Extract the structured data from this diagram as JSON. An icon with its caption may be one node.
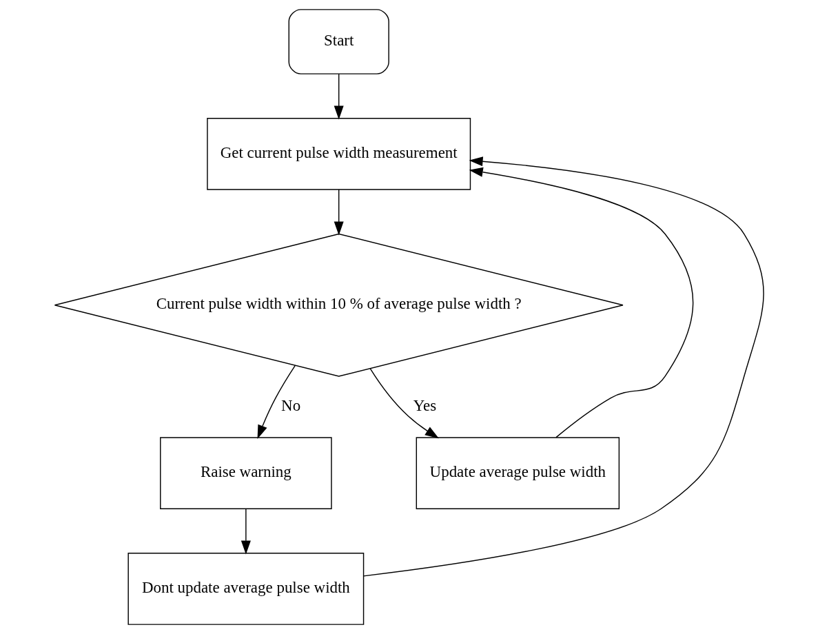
{
  "diagram": {
    "nodes": [
      {
        "text": [
          "Start"
        ]
      },
      {
        "text": [
          "Get current pulse width measurement"
        ]
      },
      {
        "text": [
          "Current pulse width within 10 % of average pulse width ?"
        ]
      },
      {
        "text": [
          "Raise warning"
        ]
      },
      {
        "text": [
          "Update average pulse width"
        ]
      },
      {
        "text": [
          "Dont update average pulse width"
        ]
      }
    ],
    "edges": [
      {
        "from": 0,
        "to": 1,
        "arrow": "to"
      },
      {
        "from": 1,
        "to": 2,
        "arrow": "to"
      },
      {
        "from": 2,
        "to": 3,
        "arrow": "to",
        "label": "No"
      },
      {
        "from": 2,
        "to": 4,
        "arrow": "to",
        "label": "Yes"
      },
      {
        "from": 3,
        "to": 5,
        "arrow": "to"
      },
      {
        "from": 4,
        "to": 1,
        "arrow": "to"
      },
      {
        "from": 5,
        "to": 1,
        "arrow": "to"
      }
    ]
  }
}
